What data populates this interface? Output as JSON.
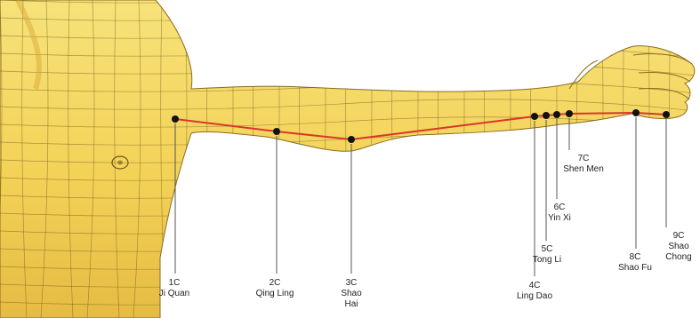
{
  "diagram": {
    "points": [
      {
        "code": "1C",
        "name_lines": [
          "Ji Quan"
        ]
      },
      {
        "code": "2C",
        "name_lines": [
          "Qing Ling"
        ]
      },
      {
        "code": "3C",
        "name_lines": [
          "Shao",
          "Hai"
        ]
      },
      {
        "code": "4C",
        "name_lines": [
          "Ling Dao"
        ]
      },
      {
        "code": "5C",
        "name_lines": [
          "Tong Li"
        ]
      },
      {
        "code": "6C",
        "name_lines": [
          "Yin Xi"
        ]
      },
      {
        "code": "7C",
        "name_lines": [
          "Shen Men"
        ]
      },
      {
        "code": "8C",
        "name_lines": [
          "Shao Fu"
        ]
      },
      {
        "code": "9C",
        "name_lines": [
          "Shao",
          "Chong"
        ]
      }
    ],
    "colors": {
      "skin": "#f3d257",
      "skin_shadow": "#e3b53c",
      "grid": "#6e5a1a",
      "meridian": "#d8372a",
      "dot": "#111111",
      "leader": "#555555"
    }
  }
}
